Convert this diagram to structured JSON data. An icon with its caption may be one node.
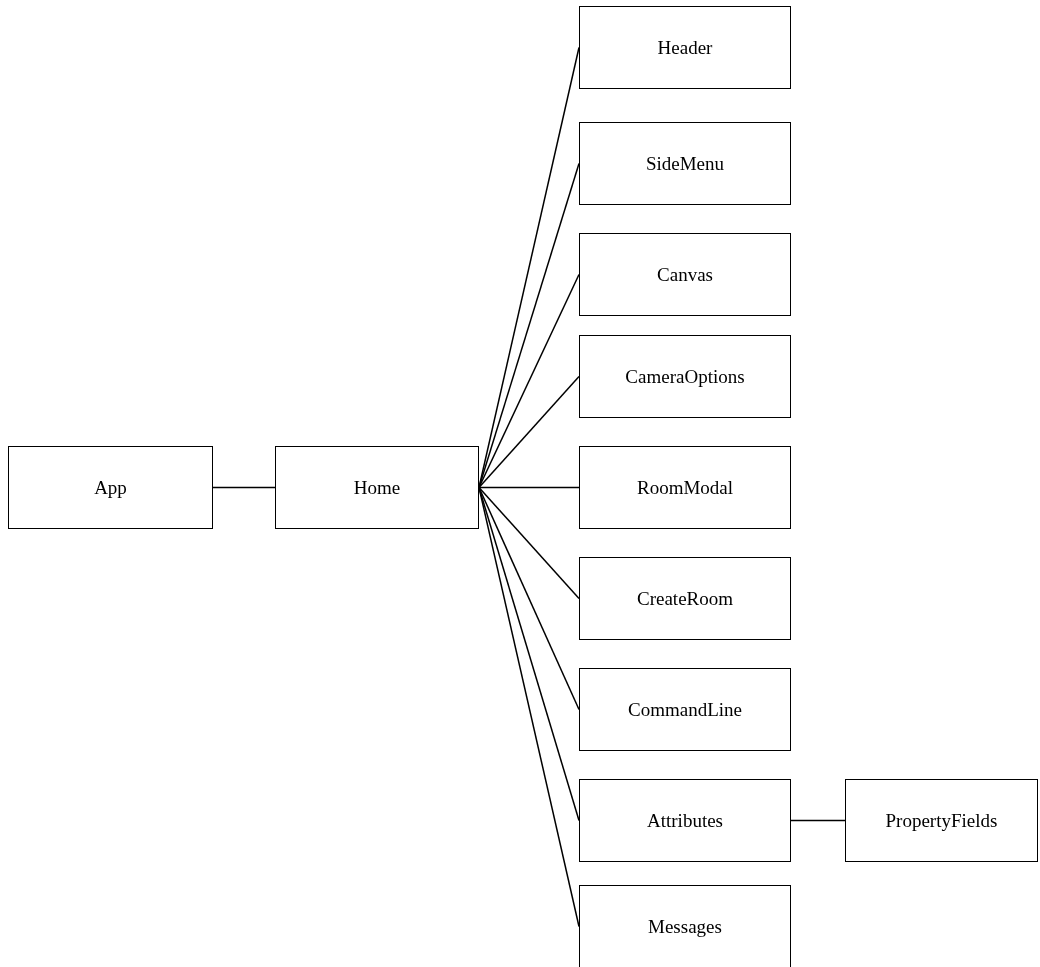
{
  "diagram": {
    "nodes": [
      {
        "text": [
          "App"
        ]
      },
      {
        "text": [
          "Home"
        ]
      },
      {
        "text": [
          "Header"
        ]
      },
      {
        "text": [
          "SideMenu"
        ]
      },
      {
        "text": [
          "Canvas"
        ]
      },
      {
        "text": [
          "CameraOptions"
        ]
      },
      {
        "text": [
          "RoomModal"
        ]
      },
      {
        "text": [
          "CreateRoom"
        ]
      },
      {
        "text": [
          "CommandLine"
        ]
      },
      {
        "text": [
          "Attributes"
        ]
      },
      {
        "text": [
          "Messages"
        ]
      },
      {
        "text": [
          "PropertyFields"
        ]
      }
    ],
    "edges": [
      {
        "from": 0,
        "to": 1,
        "arrow": "none"
      },
      {
        "from": 1,
        "to": 2,
        "arrow": "none"
      },
      {
        "from": 1,
        "to": 3,
        "arrow": "none"
      },
      {
        "from": 1,
        "to": 4,
        "arrow": "none"
      },
      {
        "from": 1,
        "to": 5,
        "arrow": "none"
      },
      {
        "from": 1,
        "to": 6,
        "arrow": "none"
      },
      {
        "from": 1,
        "to": 7,
        "arrow": "none"
      },
      {
        "from": 1,
        "to": 8,
        "arrow": "none"
      },
      {
        "from": 1,
        "to": 9,
        "arrow": "none"
      },
      {
        "from": 1,
        "to": 10,
        "arrow": "none"
      },
      {
        "from": 9,
        "to": 11,
        "arrow": "none"
      }
    ]
  }
}
